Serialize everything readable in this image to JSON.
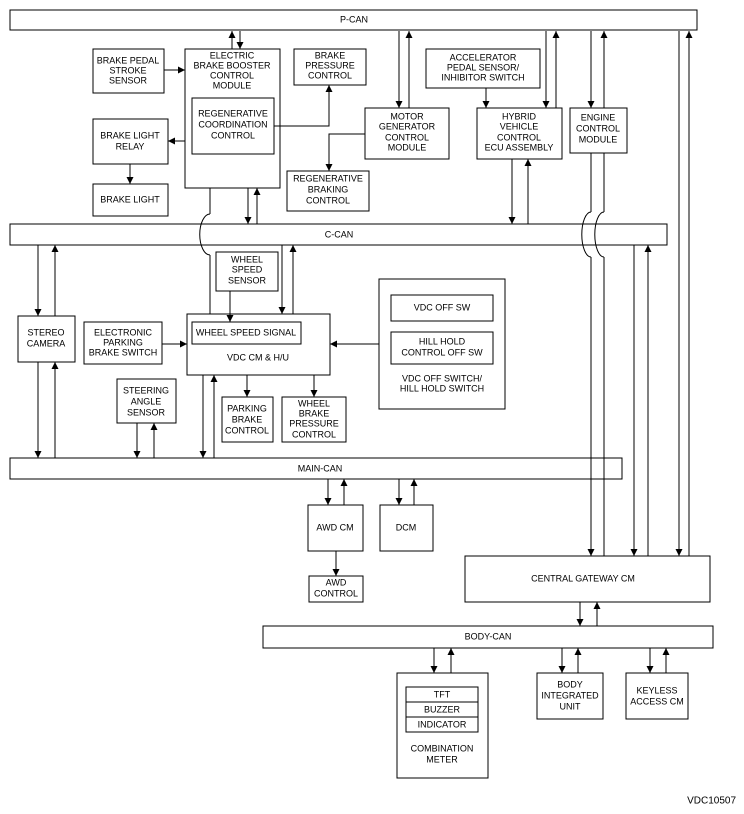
{
  "buses": {
    "p_can": "P-CAN",
    "c_can": "C-CAN",
    "main_can": "MAIN-CAN",
    "body_can": "BODY-CAN"
  },
  "modules": {
    "brake_pedal_stroke_sensor": [
      "BRAKE PEDAL",
      "STROKE",
      "SENSOR"
    ],
    "electric_brake_booster": [
      "ELECTRIC",
      "BRAKE BOOSTER",
      "CONTROL",
      "MODULE"
    ],
    "regenerative_coordination": [
      "REGENERATIVE",
      "COORDINATION",
      "CONTROL"
    ],
    "brake_pressure_control": [
      "BRAKE",
      "PRESSURE",
      "CONTROL"
    ],
    "accelerator_pedal_sensor": [
      "ACCELERATOR",
      "PEDAL SENSOR/",
      "INHIBITOR SWITCH"
    ],
    "brake_light_relay": [
      "BRAKE LIGHT",
      "RELAY"
    ],
    "brake_light": [
      "BRAKE LIGHT"
    ],
    "motor_generator": [
      "MOTOR",
      "GENERATOR",
      "CONTROL",
      "MODULE"
    ],
    "hybrid_vehicle_ecu": [
      "HYBRID",
      "VEHICLE",
      "CONTROL",
      "ECU ASSEMBLY"
    ],
    "engine_control_module": [
      "ENGINE",
      "CONTROL",
      "MODULE"
    ],
    "regenerative_braking": [
      "REGENERATIVE",
      "BRAKING",
      "CONTROL"
    ],
    "wheel_speed_sensor": [
      "WHEEL",
      "SPEED",
      "SENSOR"
    ],
    "stereo_camera": [
      "STEREO",
      "CAMERA"
    ],
    "electronic_parking_brake_switch": [
      "ELECTRONIC",
      "PARKING",
      "BRAKE SWITCH"
    ],
    "wheel_speed_signal": [
      "WHEEL SPEED SIGNAL"
    ],
    "vdc_cm_hu": [
      "VDC CM & H/U"
    ],
    "vdc_off_sw": [
      "VDC OFF SW"
    ],
    "hill_hold_off_sw": [
      "HILL HOLD",
      "CONTROL OFF SW"
    ],
    "vdc_off_hill_hold_switch": [
      "VDC OFF SWITCH/",
      "HILL HOLD SWITCH"
    ],
    "steering_angle_sensor": [
      "STEERING",
      "ANGLE",
      "SENSOR"
    ],
    "parking_brake_control": [
      "PARKING",
      "BRAKE",
      "CONTROL"
    ],
    "wheel_brake_pressure_control": [
      "WHEEL",
      "BRAKE",
      "PRESSURE",
      "CONTROL"
    ],
    "awd_cm": [
      "AWD CM"
    ],
    "dcm": [
      "DCM"
    ],
    "awd_control": [
      "AWD",
      "CONTROL"
    ],
    "central_gateway_cm": [
      "CENTRAL GATEWAY CM"
    ],
    "tft": [
      "TFT"
    ],
    "buzzer": [
      "BUZZER"
    ],
    "indicator": [
      "INDICATOR"
    ],
    "combination_meter": [
      "COMBINATION",
      "METER"
    ],
    "body_integrated_unit": [
      "BODY",
      "INTEGRATED",
      "UNIT"
    ],
    "keyless_access_cm": [
      "KEYLESS",
      "ACCESS CM"
    ]
  },
  "figure_ref": "VDC10507"
}
